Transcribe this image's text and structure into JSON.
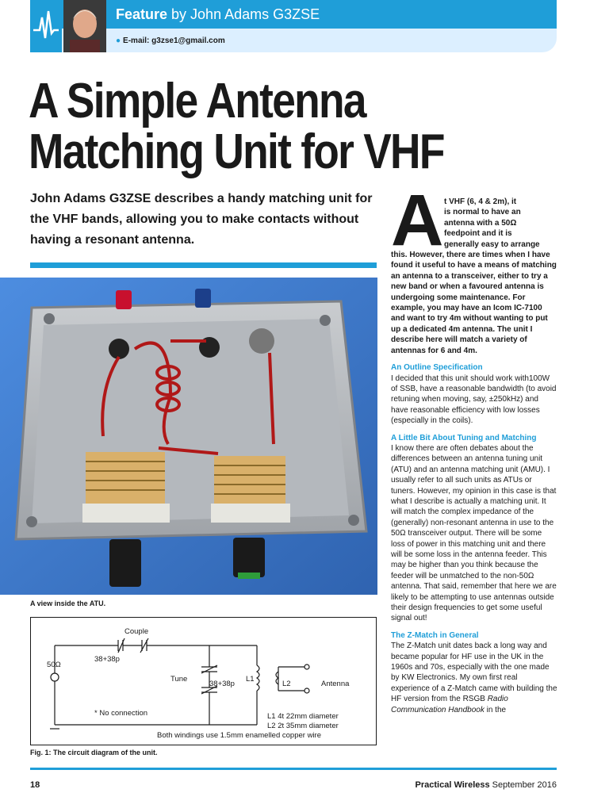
{
  "header": {
    "section_label": "Feature",
    "byline": " by John Adams G3ZSE",
    "email": "E-mail: g3zse1@gmail.com"
  },
  "article": {
    "title_line1": "A Simple Antenna",
    "title_line2": "Matching Unit for VHF",
    "standfirst": "John Adams G3ZSE describes a handy matching unit for the VHF bands, allowing you to make contacts without having a resonant antenna.",
    "drop_cap": "A",
    "intro_lines": [
      "t VHF (6, 4 & 2m), it",
      "is normal to have an",
      "antenna with a 50Ω",
      "feedpoint and it is",
      "generally easy to arrange"
    ],
    "intro_rest": "this. However, there are times when I have found it useful to have a means of matching an antenna to a transceiver, either to try a new band or when a favoured antenna is undergoing some maintenance. For example, you may have an Icom IC-7100 and want to try 4m without wanting to put up a dedicated 4m antenna. The unit I describe here will match a variety of antennas for 6 and 4m.",
    "sections": [
      {
        "heading": "An Outline Specification",
        "body": "I decided that this unit should work with100W of SSB, have a reasonable bandwidth (to avoid retuning when moving, say, ±250kHz) and have reasonable efficiency with low losses (especially in the coils)."
      },
      {
        "heading": "A Little Bit About Tuning and Matching",
        "body": "I know there are often debates about the differences between an antenna tuning unit (ATU) and an antenna matching unit (AMU). I usually refer to all such units as ATUs or tuners. However, my opinion in this case is that what I describe is actually a matching unit. It will match the complex impedance of the (generally) non-resonant antenna in use to the 50Ω transceiver output. There will be some loss of power in this matching unit and there will be some loss in the antenna feeder. This may be higher than you think because the feeder will be unmatched to the non-50Ω antenna. That said, remember that here we are likely to be attempting to use antennas outside their design frequencies to get some useful signal out!"
      },
      {
        "heading": "The Z-Match in General",
        "body": "The Z-Match unit dates back a long way and became popular for HF use in the UK in the 1960s and 70s, especially with the one made by KW Electronics. My own first real experience of a Z-Match came with building the HF version from the RSGB ",
        "body_italic": "Radio Communication Handbook",
        "body_end": " in the"
      }
    ],
    "photo_caption": "A view inside the ATU.",
    "figure_caption": "Fig. 1: The circuit diagram of the unit."
  },
  "diagram": {
    "couple_label": "Couple",
    "couple_cap": "38+38p",
    "input_label": "50Ω",
    "tune_label": "Tune",
    "tune_cap": "38+38p",
    "l1_label": "L1",
    "l2_label": "L2",
    "antenna_label": "Antenna",
    "no_connection_note": "* No connection",
    "l1_spec": "L1  4t 22mm diameter",
    "l2_spec": "L2  2t 35mm diameter",
    "winding_note": "Both windings use 1.5mm enamelled copper wire"
  },
  "footer": {
    "page_number": "18",
    "magazine": "Practical Wireless",
    "issue": " September 2016"
  },
  "colors": {
    "accent": "#1f9ed8",
    "header_light": "#dcefff"
  }
}
